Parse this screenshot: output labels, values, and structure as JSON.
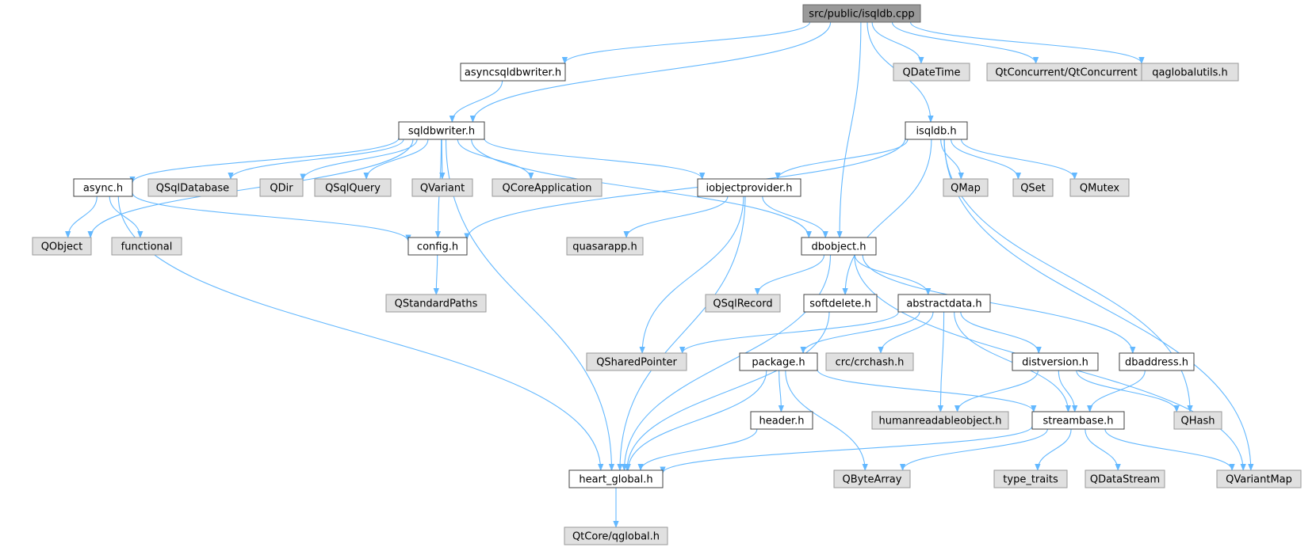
{
  "diagram": {
    "colors": {
      "edge": "#63b8ff",
      "root_fill": "#999999",
      "root_stroke": "#666666",
      "file_fill": "#ffffff",
      "file_stroke": "#404040",
      "external_fill": "#e0e0e0",
      "external_stroke": "#999999"
    },
    "nodes": [
      {
        "id": "root",
        "label": "src/public/isqldb.cpp",
        "kind": "root"
      },
      {
        "id": "asyncsqldbwriter",
        "label": "asyncsqldbwriter.h",
        "kind": "file"
      },
      {
        "id": "qdatetime",
        "label": "QDateTime",
        "kind": "external"
      },
      {
        "id": "qtconcurrent",
        "label": "QtConcurrent/QtConcurrent",
        "kind": "external"
      },
      {
        "id": "qaglobalutils",
        "label": "qaglobalutils.h",
        "kind": "external"
      },
      {
        "id": "sqldbwriter",
        "label": "sqldbwriter.h",
        "kind": "file"
      },
      {
        "id": "isqldb",
        "label": "isqldb.h",
        "kind": "file"
      },
      {
        "id": "async",
        "label": "async.h",
        "kind": "file"
      },
      {
        "id": "qsqldatabase",
        "label": "QSqlDatabase",
        "kind": "external"
      },
      {
        "id": "qdir",
        "label": "QDir",
        "kind": "external"
      },
      {
        "id": "qsqlquery",
        "label": "QSqlQuery",
        "kind": "external"
      },
      {
        "id": "qvariant",
        "label": "QVariant",
        "kind": "external"
      },
      {
        "id": "qcoreapplication",
        "label": "QCoreApplication",
        "kind": "external"
      },
      {
        "id": "iobjectprovider",
        "label": "iobjectprovider.h",
        "kind": "file"
      },
      {
        "id": "qmap",
        "label": "QMap",
        "kind": "external"
      },
      {
        "id": "qset",
        "label": "QSet",
        "kind": "external"
      },
      {
        "id": "qmutex",
        "label": "QMutex",
        "kind": "external"
      },
      {
        "id": "qobject",
        "label": "QObject",
        "kind": "external"
      },
      {
        "id": "functional",
        "label": "functional",
        "kind": "external"
      },
      {
        "id": "config",
        "label": "config.h",
        "kind": "file"
      },
      {
        "id": "quasarapp",
        "label": "quasarapp.h",
        "kind": "external"
      },
      {
        "id": "dbobject",
        "label": "dbobject.h",
        "kind": "file"
      },
      {
        "id": "qstandardpaths",
        "label": "QStandardPaths",
        "kind": "external"
      },
      {
        "id": "qsqlrecord",
        "label": "QSqlRecord",
        "kind": "external"
      },
      {
        "id": "softdelete",
        "label": "softdelete.h",
        "kind": "file"
      },
      {
        "id": "abstractdata",
        "label": "abstractdata.h",
        "kind": "file"
      },
      {
        "id": "qsharedpointer",
        "label": "QSharedPointer",
        "kind": "external"
      },
      {
        "id": "package",
        "label": "package.h",
        "kind": "file"
      },
      {
        "id": "crchash",
        "label": "crc/crchash.h",
        "kind": "external"
      },
      {
        "id": "distversion",
        "label": "distversion.h",
        "kind": "file"
      },
      {
        "id": "dbaddress",
        "label": "dbaddress.h",
        "kind": "file"
      },
      {
        "id": "header",
        "label": "header.h",
        "kind": "file"
      },
      {
        "id": "humanreadable",
        "label": "humanreadableobject.h",
        "kind": "external"
      },
      {
        "id": "streambase",
        "label": "streambase.h",
        "kind": "file"
      },
      {
        "id": "qhash",
        "label": "QHash",
        "kind": "external"
      },
      {
        "id": "heartglobal",
        "label": "heart_global.h",
        "kind": "file"
      },
      {
        "id": "qbytearray",
        "label": "QByteArray",
        "kind": "external"
      },
      {
        "id": "typetraits",
        "label": "type_traits",
        "kind": "external"
      },
      {
        "id": "qdatastream",
        "label": "QDataStream",
        "kind": "external"
      },
      {
        "id": "qvariantmap",
        "label": "QVariantMap",
        "kind": "external"
      },
      {
        "id": "qglobal",
        "label": "QtCore/qglobal.h",
        "kind": "external"
      }
    ],
    "edges": [
      [
        "root",
        "asyncsqldbwriter"
      ],
      [
        "root",
        "sqldbwriter"
      ],
      [
        "root",
        "dbobject"
      ],
      [
        "root",
        "isqldb"
      ],
      [
        "root",
        "qdatetime"
      ],
      [
        "root",
        "qtconcurrent"
      ],
      [
        "root",
        "qaglobalutils"
      ],
      [
        "asyncsqldbwriter",
        "sqldbwriter"
      ],
      [
        "sqldbwriter",
        "async"
      ],
      [
        "sqldbwriter",
        "qobject"
      ],
      [
        "sqldbwriter",
        "heartglobal"
      ],
      [
        "sqldbwriter",
        "qsqldatabase"
      ],
      [
        "sqldbwriter",
        "qdir"
      ],
      [
        "sqldbwriter",
        "qsqlquery"
      ],
      [
        "sqldbwriter",
        "qvariant"
      ],
      [
        "sqldbwriter",
        "qcoreapplication"
      ],
      [
        "sqldbwriter",
        "iobjectprovider"
      ],
      [
        "sqldbwriter",
        "config"
      ],
      [
        "sqldbwriter",
        "dbobject"
      ],
      [
        "async",
        "qobject"
      ],
      [
        "async",
        "functional"
      ],
      [
        "async",
        "config"
      ],
      [
        "async",
        "heartglobal"
      ],
      [
        "config",
        "qstandardpaths"
      ],
      [
        "iobjectprovider",
        "quasarapp"
      ],
      [
        "iobjectprovider",
        "dbobject"
      ],
      [
        "iobjectprovider",
        "qsharedpointer"
      ],
      [
        "iobjectprovider",
        "heartglobal"
      ],
      [
        "isqldb",
        "iobjectprovider"
      ],
      [
        "isqldb",
        "config"
      ],
      [
        "isqldb",
        "qmap"
      ],
      [
        "isqldb",
        "qset"
      ],
      [
        "isqldb",
        "qmutex"
      ],
      [
        "isqldb",
        "softdelete"
      ],
      [
        "isqldb",
        "qhash"
      ],
      [
        "isqldb",
        "qvariantmap"
      ],
      [
        "dbobject",
        "qsqlrecord"
      ],
      [
        "dbobject",
        "abstractdata"
      ],
      [
        "dbobject",
        "dbaddress"
      ],
      [
        "dbobject",
        "heartglobal"
      ],
      [
        "dbobject",
        "qvariantmap"
      ],
      [
        "softdelete",
        "heartglobal"
      ],
      [
        "abstractdata",
        "qsharedpointer"
      ],
      [
        "abstractdata",
        "package"
      ],
      [
        "abstractdata",
        "crchash"
      ],
      [
        "abstractdata",
        "distversion"
      ],
      [
        "abstractdata",
        "humanreadable"
      ],
      [
        "abstractdata",
        "streambase"
      ],
      [
        "package",
        "header"
      ],
      [
        "package",
        "heartglobal"
      ],
      [
        "package",
        "qbytearray"
      ],
      [
        "package",
        "streambase"
      ],
      [
        "header",
        "heartglobal"
      ],
      [
        "distversion",
        "humanreadable"
      ],
      [
        "distversion",
        "streambase"
      ],
      [
        "distversion",
        "qhash"
      ],
      [
        "dbaddress",
        "streambase"
      ],
      [
        "streambase",
        "heartglobal"
      ],
      [
        "streambase",
        "qbytearray"
      ],
      [
        "streambase",
        "typetraits"
      ],
      [
        "streambase",
        "qdatastream"
      ],
      [
        "streambase",
        "qvariantmap"
      ],
      [
        "heartglobal",
        "qglobal"
      ]
    ]
  }
}
